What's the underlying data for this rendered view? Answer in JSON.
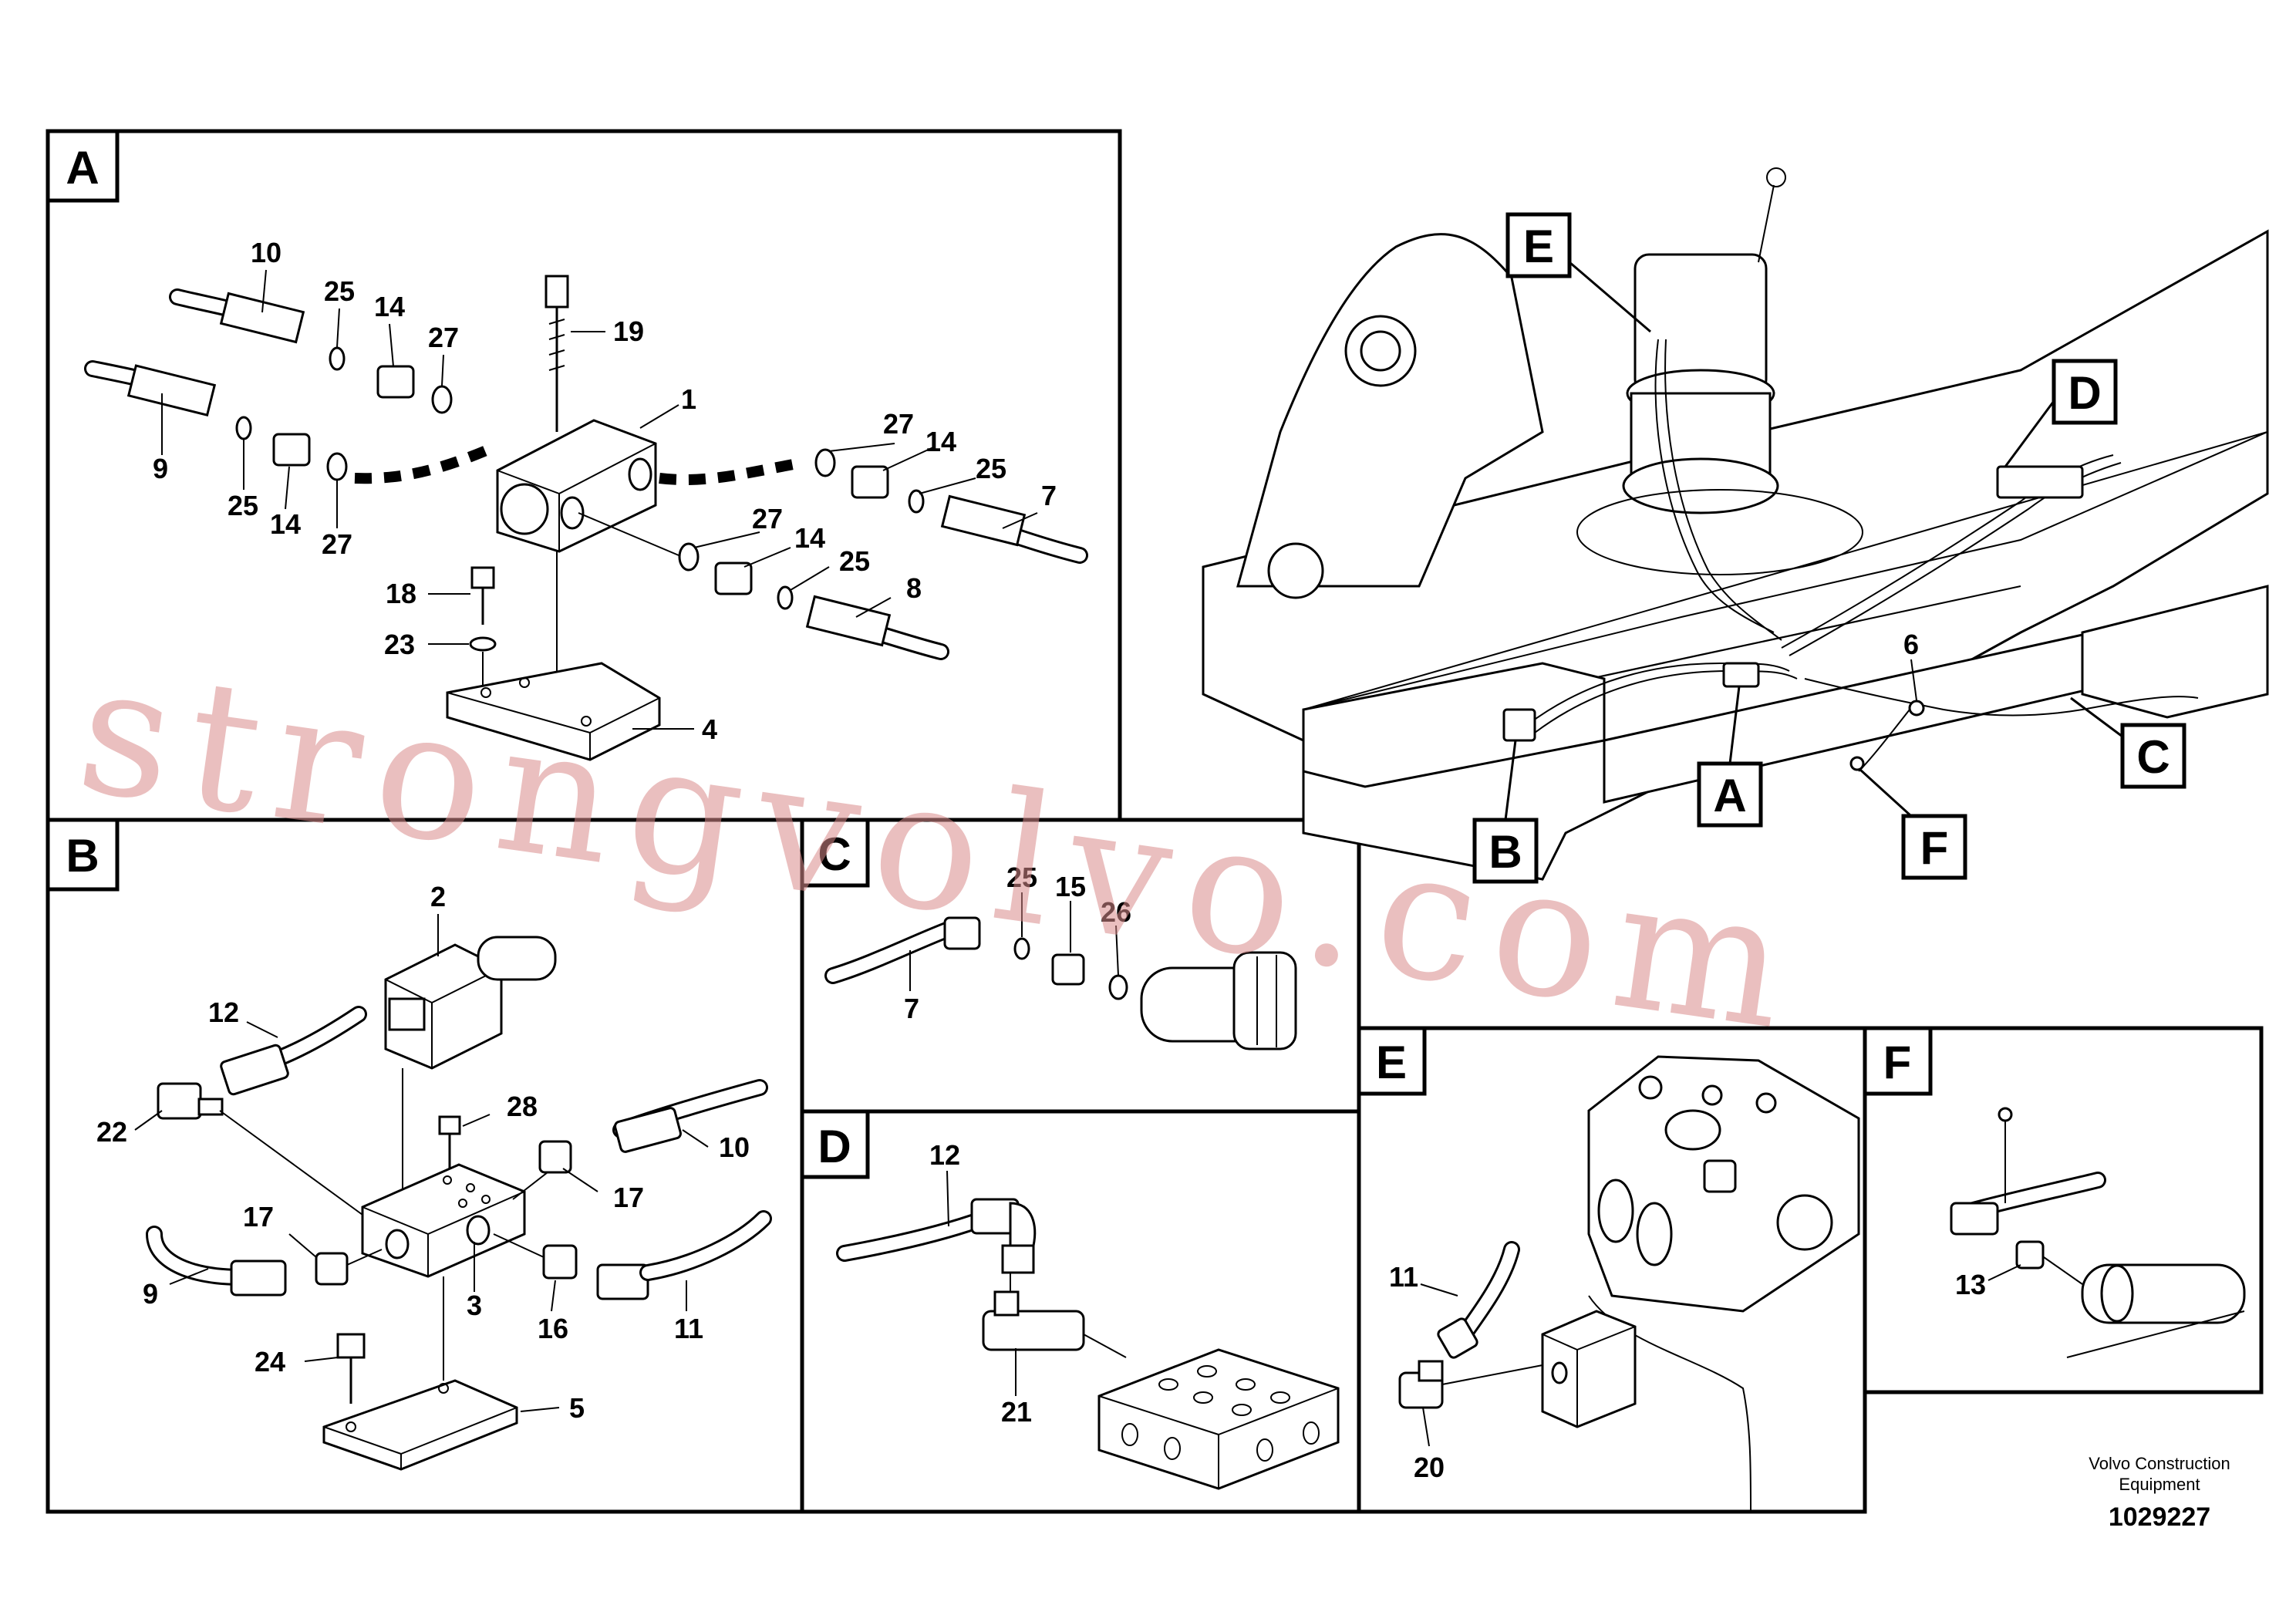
{
  "panels": {
    "A": {
      "label": "A",
      "callouts": [
        "10",
        "25",
        "14",
        "27",
        "19",
        "1",
        "9",
        "25",
        "14",
        "27",
        "27",
        "14",
        "25",
        "7",
        "27",
        "14",
        "25",
        "8",
        "18",
        "23",
        "4"
      ]
    },
    "B": {
      "label": "B",
      "callouts": [
        "2",
        "12",
        "28",
        "22",
        "10",
        "17",
        "17",
        "9",
        "3",
        "16",
        "11",
        "24",
        "5"
      ]
    },
    "C": {
      "label": "C",
      "callouts": [
        "25",
        "15",
        "26",
        "7"
      ]
    },
    "D": {
      "label": "D",
      "callouts": [
        "12",
        "21"
      ]
    },
    "E": {
      "label": "E",
      "callouts": [
        "11",
        "20"
      ]
    },
    "F": {
      "label": "F",
      "callouts": [
        "13"
      ]
    }
  },
  "overview": {
    "tags": [
      "E",
      "D",
      "C",
      "A",
      "B",
      "F"
    ],
    "callouts": [
      "6"
    ]
  },
  "watermark": "strongvolvo.com",
  "footer": {
    "brand_line1": "Volvo Construction",
    "brand_line2": "Equipment",
    "doc_number": "1029227"
  }
}
